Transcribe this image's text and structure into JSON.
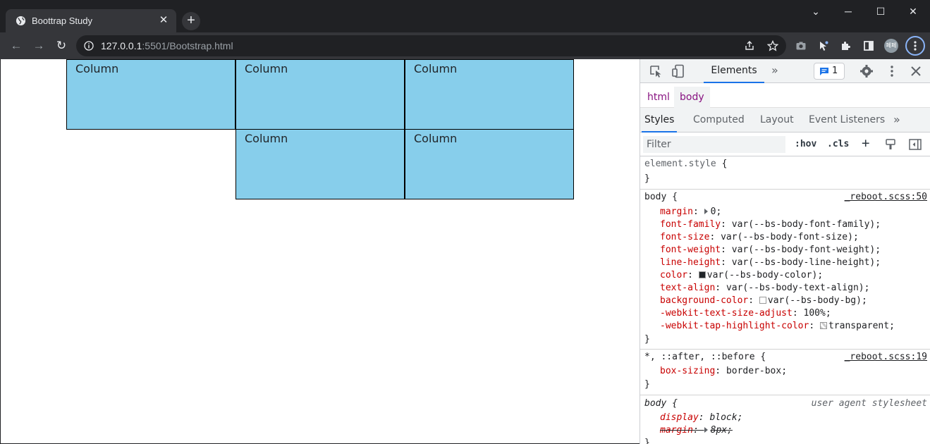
{
  "browser": {
    "tab_title": "Boottrap Study",
    "tab_close": "✕",
    "new_tab": "+",
    "window_controls": {
      "dropdown": "⌄",
      "minimize": "─",
      "maximize": "☐",
      "close": "✕"
    },
    "url_host": "127.0.0.1",
    "url_path": ":5501/Bootstrap.html",
    "nav": {
      "back": "←",
      "forward": "→",
      "reload": "↻"
    },
    "profile_initials": "페페"
  },
  "page": {
    "cell_label": "Column",
    "cells": [
      "Column",
      "Column",
      "Column",
      "Column",
      "Column"
    ],
    "cell_color": "#87ceeb"
  },
  "devtools": {
    "active_tab": "Elements",
    "more_tabs": "»",
    "issues_count": "1",
    "breadcrumbs": [
      "html",
      "body"
    ],
    "subtabs": [
      "Styles",
      "Computed",
      "Layout",
      "Event Listeners",
      "»"
    ],
    "filter_placeholder": "Filter",
    "hov": ":hov",
    "cls": ".cls",
    "add": "+",
    "rules": {
      "element_style": {
        "selector": "element.style",
        "open": " {",
        "close": "}"
      },
      "body_reboot": {
        "selector": "body",
        "source": "_reboot.scss:50",
        "declarations": [
          {
            "prop": "margin",
            "value": "0"
          },
          {
            "prop": "font-family",
            "value": "var(--bs-body-font-family)"
          },
          {
            "prop": "font-size",
            "value": "var(--bs-body-font-size)"
          },
          {
            "prop": "font-weight",
            "value": "var(--bs-body-font-weight)"
          },
          {
            "prop": "line-height",
            "value": "var(--bs-body-line-height)"
          },
          {
            "prop": "color",
            "value": "var(--bs-body-color)"
          },
          {
            "prop": "text-align",
            "value": "var(--bs-body-text-align)"
          },
          {
            "prop": "background-color",
            "value": "var(--bs-body-bg)"
          },
          {
            "prop": "-webkit-text-size-adjust",
            "value": "100%"
          },
          {
            "prop": "-webkit-tap-highlight-color",
            "value": "transparent"
          }
        ]
      },
      "universal": {
        "selector": "*, ::after, ::before",
        "source": "_reboot.scss:19",
        "declarations": [
          {
            "prop": "box-sizing",
            "value": "border-box"
          }
        ]
      },
      "body_ua": {
        "selector": "body",
        "source": "user agent stylesheet",
        "declarations": [
          {
            "prop": "display",
            "value": "block"
          },
          {
            "prop": "margin",
            "value": "8px"
          }
        ]
      }
    }
  },
  "colors": {
    "chrome_dark": "#202124",
    "chrome_tab": "#35363a",
    "accent": "#1a73e8",
    "css_prop": "#c80000"
  }
}
